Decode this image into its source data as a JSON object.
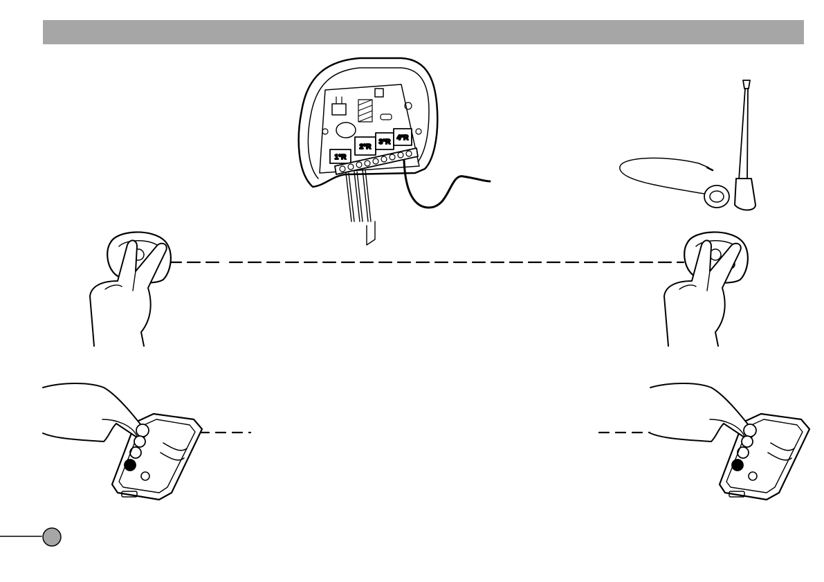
{
  "header": {
    "color": "#a6a6a6"
  },
  "receiver": {
    "relays": [
      {
        "label": "1°R"
      },
      {
        "label": "2°R"
      },
      {
        "label": "3°R"
      },
      {
        "label": "4°R"
      }
    ]
  },
  "icons": {
    "receiver": "receiver-board-icon",
    "antenna": "antenna-icon",
    "remote_round": "round-remote-icon",
    "remote_rect": "rectangular-remote-icon",
    "hand": "hand-icon"
  }
}
